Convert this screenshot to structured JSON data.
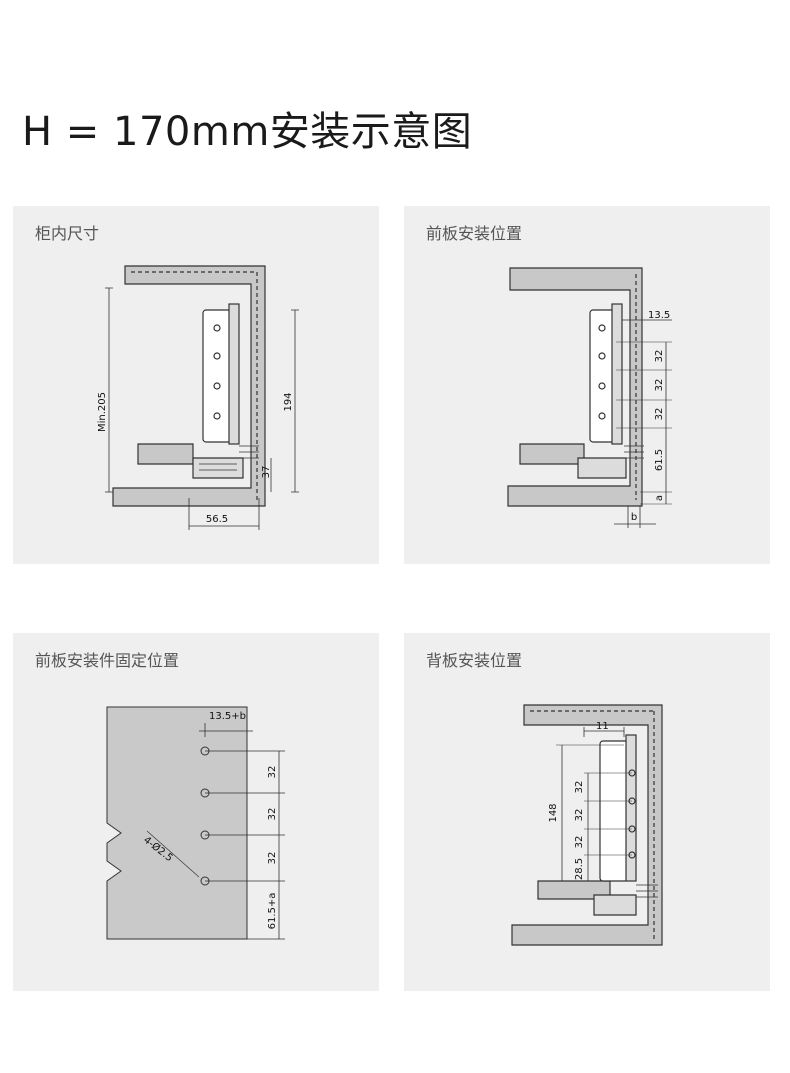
{
  "title": "H = 170mm安装示意图",
  "panels": [
    {
      "label": "柜内尺寸",
      "dims": {
        "min_height": "Min.205",
        "h194": "194",
        "h37": "37",
        "w56": "56.5"
      }
    },
    {
      "label": "前板安装位置",
      "dims": {
        "d13": "13.5",
        "d32a": "32",
        "d32b": "32",
        "d32c": "32",
        "d61": "61.5",
        "a": "a",
        "b": "b"
      }
    },
    {
      "label": "前板安装件固定位置",
      "dims": {
        "d13b": "13.5+b",
        "d32a": "32",
        "d32b": "32",
        "d32c": "32",
        "d61a": "61.5+a",
        "hole": "4-Ø2.5"
      }
    },
    {
      "label": "背板安装位置",
      "dims": {
        "d11": "11",
        "d148": "148",
        "d32a": "32",
        "d32b": "32",
        "d32c": "32",
        "d28": "28.5"
      }
    }
  ]
}
